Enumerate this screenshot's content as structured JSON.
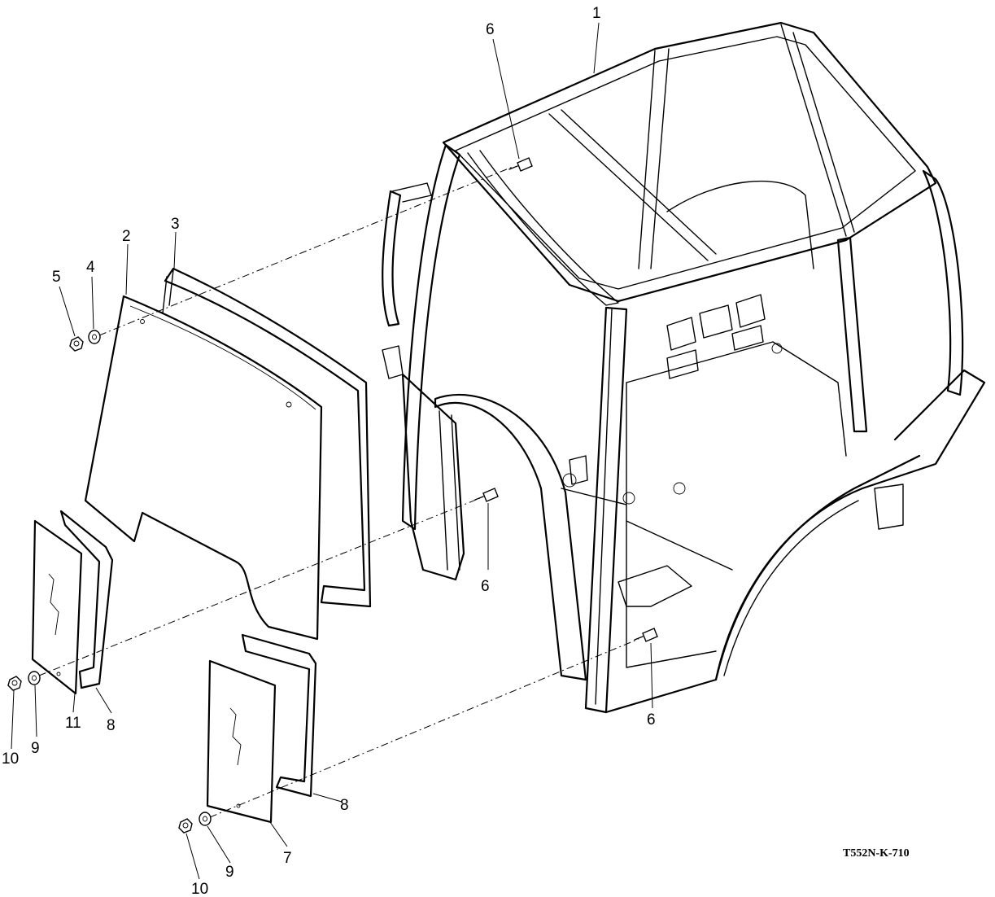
{
  "drawing_number": "T552N-K-710",
  "callouts": {
    "c1": "1",
    "c2": "2",
    "c3": "3",
    "c4": "4",
    "c5": "5",
    "c6a": "6",
    "c6b": "6",
    "c6c": "6",
    "c7": "7",
    "c8a": "8",
    "c8b": "8",
    "c9a": "9",
    "c9b": "9",
    "c10a": "10",
    "c10b": "10",
    "c11": "11"
  },
  "colors": {
    "line": "#000000",
    "background": "#ffffff"
  }
}
